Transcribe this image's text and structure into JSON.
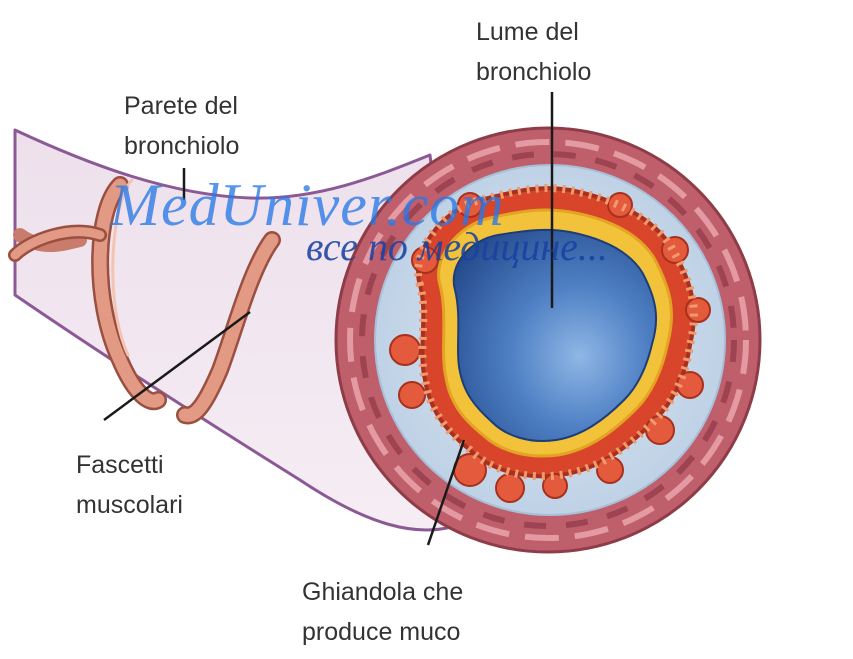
{
  "labels": {
    "lumen": [
      "Lume del",
      "bronchiolo"
    ],
    "wall": [
      "Parete del",
      "bronchiolo"
    ],
    "muscle": [
      "Fascetti",
      "muscolari"
    ],
    "gland": [
      "Ghiandola che",
      "produce muco"
    ]
  },
  "watermark": {
    "main": "MedUniver.com",
    "sub": "все по медицине..."
  },
  "colors": {
    "tube_fill": "#efe3ee",
    "tube_outline": "#8b5a94",
    "muscle_band": "#e09a86",
    "outer_ring": "#bf5f6b",
    "inner_wall": "#c9d9ea",
    "epithelium": "#d8452a",
    "mucus_layer": "#f2c23a",
    "lumen_center": "#6f9fd6",
    "lumen_edge": "#23498c",
    "watermark": "#2878e6"
  }
}
